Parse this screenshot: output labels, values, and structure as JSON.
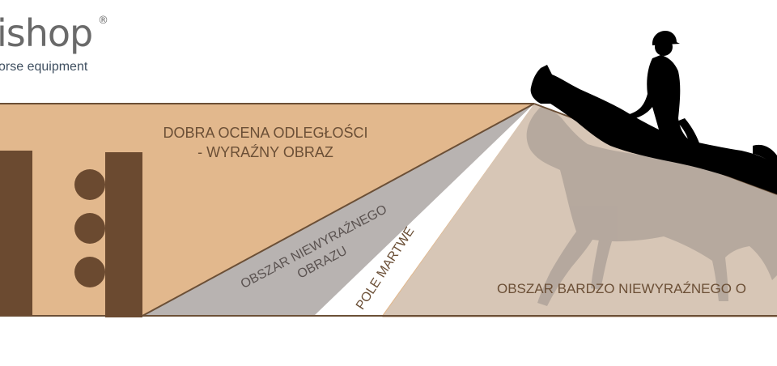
{
  "logo": {
    "brand": "ishop",
    "registered": "®",
    "tagline": "orse equipment"
  },
  "zones": {
    "good": {
      "line1": "DOBRA OCENA ODLEGŁOŚCI",
      "line2": "- WYRAŹNY OBRAZ"
    },
    "blurry": {
      "line1": "OBSZAR NIEWYRAŹNEGO",
      "line2": "OBRAZU"
    },
    "dead": {
      "label": "POLE MARTWE"
    },
    "very_blurry": {
      "label": "OBSZAR BARDZO NIEWYRAŹNEGO O"
    }
  },
  "colors": {
    "good_zone": "#e2b88d",
    "blurry_zone": "#b8b3b1",
    "dead_zone": "#ffffff",
    "very_blurry_zone": "#d7c6b6",
    "outline": "#6b4f36",
    "fence": "#6b4a30",
    "label_text": "#6b4f36",
    "horse": "#000000",
    "horse_shadow": "#9a918b"
  },
  "icons": [
    "fence-post-icon",
    "fence-pole-icon",
    "horse-rider-silhouette-icon",
    "horse-ghost-silhouette-icon"
  ]
}
